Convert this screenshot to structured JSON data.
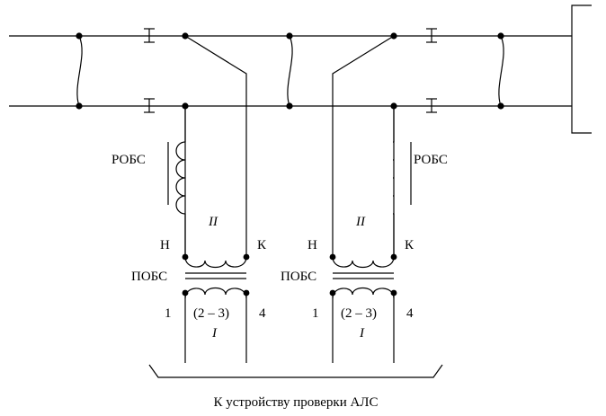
{
  "labels": {
    "robs_left": "РОБС",
    "robs_right": "РОБС",
    "winding_ii_left": "II",
    "winding_ii_right": "II",
    "winding_i_left": "I",
    "winding_i_right": "I",
    "n_left": "Н",
    "k_left": "К",
    "n_right": "Н",
    "k_right": "К",
    "pobs_left": "ПОБС",
    "pobs_right": "ПОБС",
    "term1_left": "1",
    "term4_left": "4",
    "term1_right": "1",
    "term4_right": "4",
    "range_left": "(2 – 3)",
    "range_right": "(2 – 3)",
    "caption": "К устройству проверки АЛС"
  }
}
